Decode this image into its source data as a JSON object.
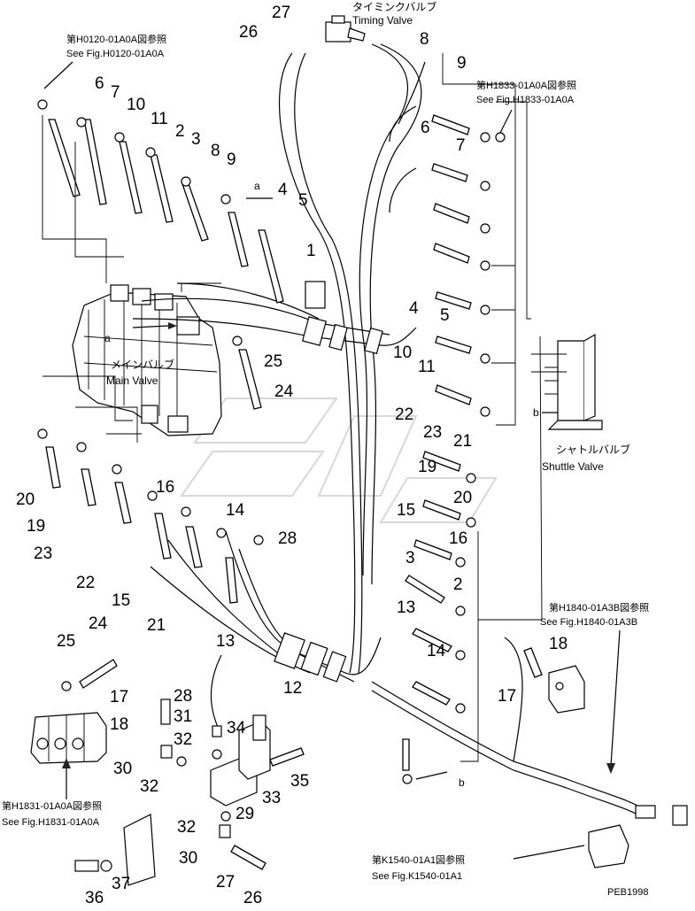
{
  "drawing_code": "PEB1998",
  "view_markers": {
    "a": "a",
    "b": "b"
  },
  "components": {
    "timing_valve": {
      "jp": "タイミンクバルブ",
      "en": "Timing Valve"
    },
    "main_valve": {
      "jp": "メインバルブ",
      "en": "Main Valve"
    },
    "shuttle_valve": {
      "jp": "シャトルバルブ",
      "en": "Shuttle Valve"
    }
  },
  "references": {
    "h0120": {
      "jp": "第H0120-01A0A図参照",
      "en": "See Fig.H0120-01A0A"
    },
    "h1833": {
      "jp": "第H1833-01A0A図参照",
      "en": "See Fig.H1833-01A0A"
    },
    "h1840": {
      "jp": "第H1840-01A3B図参照",
      "en": "See Fig.H1840-01A3B"
    },
    "h1831": {
      "jp": "第H1831-01A0A図参照",
      "en": "See Fig.H1831-01A0A"
    },
    "k1540": {
      "jp": "第K1540-01A1図参照",
      "en": "See Fig.K1540-01A1"
    }
  },
  "callouts": [
    "27",
    "26",
    "8",
    "9",
    "6",
    "7",
    "10",
    "11",
    "2",
    "3",
    "8",
    "9",
    "4",
    "5",
    "1",
    "6",
    "7",
    "4",
    "5",
    "10",
    "11",
    "25",
    "24",
    "22",
    "23",
    "21",
    "19",
    "20",
    "20",
    "19",
    "23",
    "16",
    "14",
    "28",
    "15",
    "16",
    "3",
    "2",
    "22",
    "15",
    "21",
    "13",
    "13",
    "14",
    "12",
    "18",
    "17",
    "25",
    "24",
    "17",
    "28",
    "18",
    "31",
    "34",
    "32",
    "30",
    "32",
    "33",
    "35",
    "29",
    "32",
    "30",
    "27",
    "26",
    "36",
    "37"
  ]
}
